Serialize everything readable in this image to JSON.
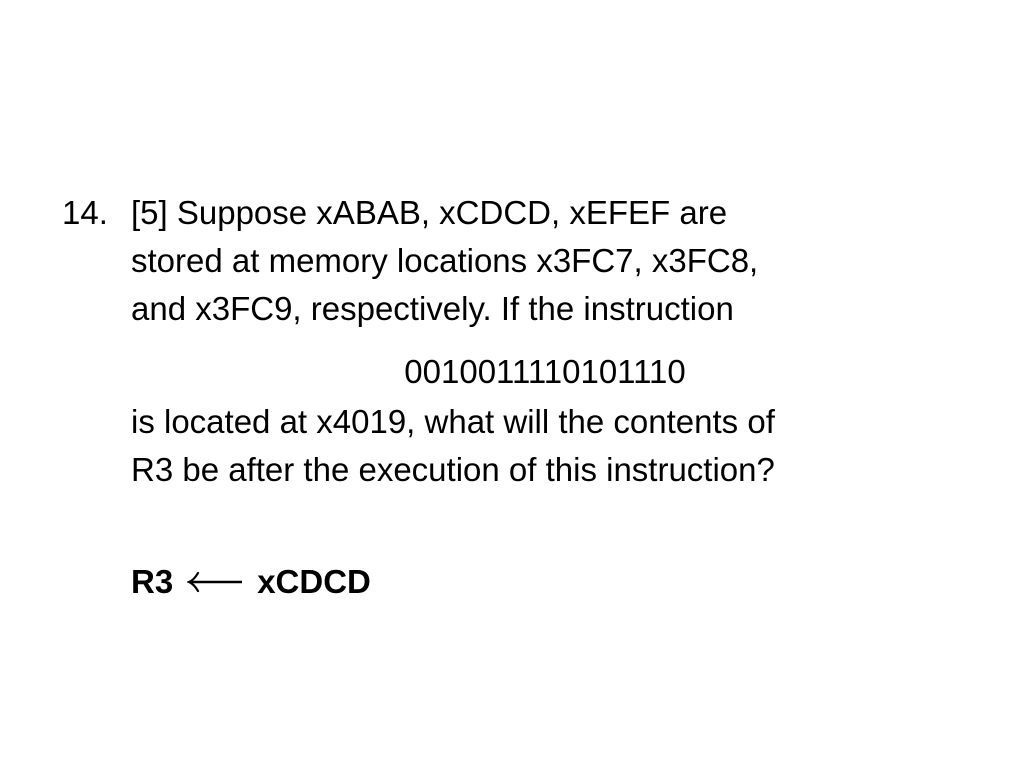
{
  "question": {
    "number": "14.",
    "lines": [
      "[5] Suppose xABAB, xCDCD, xEFEF are",
      "stored at memory locations x3FC7, x3FC8,",
      "and x3FC9, respectively. If the instruction"
    ],
    "instruction_bits": "0010011110101110",
    "followup_lines": [
      "is located at x4019, what will the contents of",
      "R3 be after the execution of this instruction?"
    ]
  },
  "answer": {
    "register": "R3",
    "arrow_icon": "left-long-arrow-icon",
    "value": "xCDCD"
  }
}
